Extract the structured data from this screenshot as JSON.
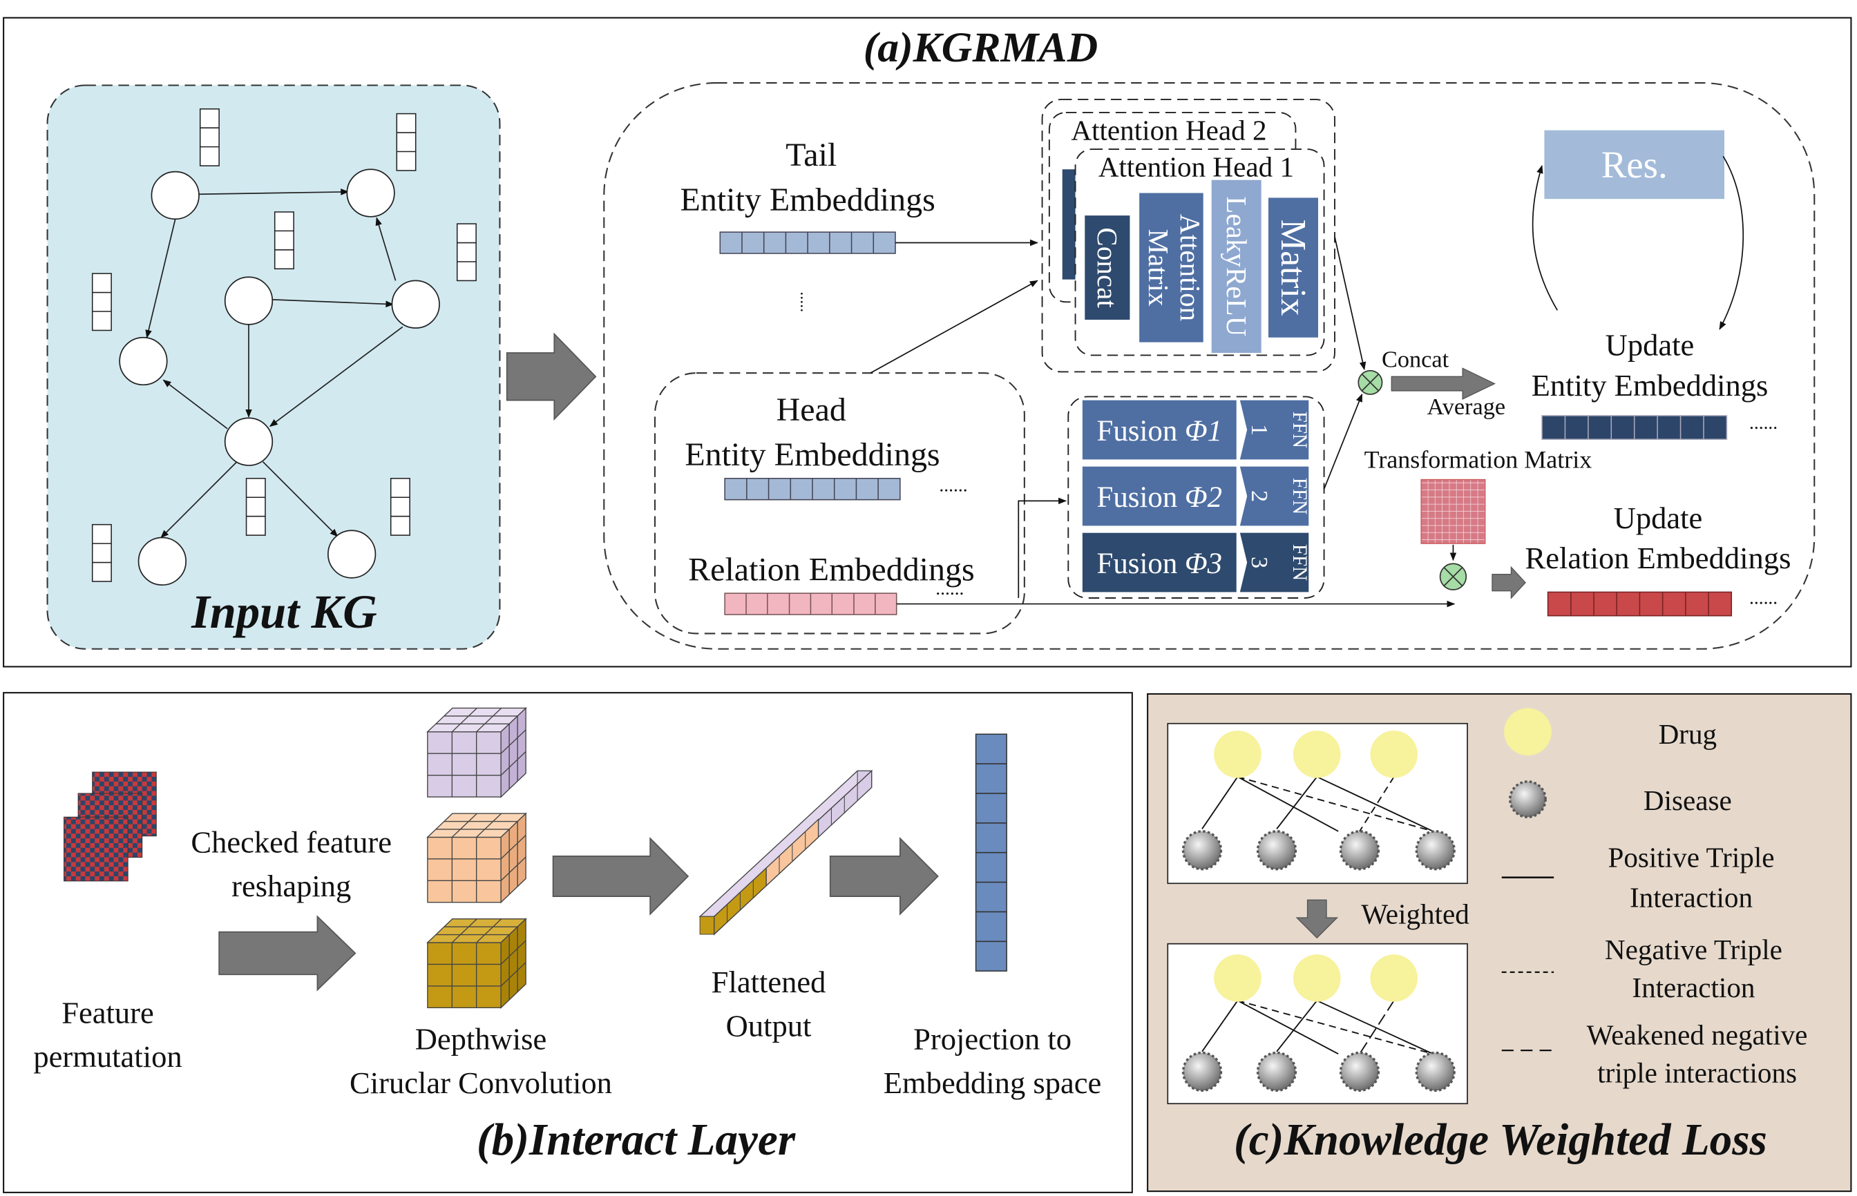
{
  "panel_a": {
    "title": "(a)KGRMAD",
    "input_kg": "Input KG",
    "tail_emb": [
      "Tail",
      "Entity Embeddings"
    ],
    "head_emb": [
      "Head",
      "Entity Embeddings"
    ],
    "relation_emb": "Relation Embeddings",
    "attention_head_2": "Attention Head 2",
    "attention_head_1": "Attention Head 1",
    "concat_block": "Concat",
    "attention_matrix": [
      "Attention",
      "Matrix"
    ],
    "leaky_relu": "LeakyReLU",
    "matrix_block": "Matrix",
    "fusion": [
      {
        "label": "Fusion ",
        "phi": "Φ1",
        "ffn": "FFN",
        "num": "1"
      },
      {
        "label": "Fusion ",
        "phi": "Φ2",
        "ffn": "FFN",
        "num": "2"
      },
      {
        "label": "Fusion ",
        "phi": "Φ3",
        "ffn": "FFN",
        "num": "3"
      }
    ],
    "concat_label": "Concat",
    "average_label": "Average",
    "res_label": "Res.",
    "update_entity": [
      "Update",
      "Entity Embeddings"
    ],
    "transformation_matrix": "Transformation Matrix",
    "update_relation": [
      "Update",
      "Relation Embeddings"
    ],
    "dots_h": "......",
    "colors": {
      "kg_bg": "#d2e9f0",
      "tail_cell": "#a4b9d6",
      "relation_cell": "#f2b6c0",
      "update_entity_cell": "#2d4569",
      "update_relation_cell": "#c9484a",
      "block_dark": "#2e4a6e",
      "block_mid": "#4f6fa3",
      "block_light": "#8ea8d0",
      "res": "#a3bbd9"
    }
  },
  "panel_b": {
    "title": "(b)Interact Layer",
    "checked_reshaping": [
      "Checked feature",
      "reshaping"
    ],
    "feature_permutation": [
      "Feature",
      "permutation"
    ],
    "depthwise": [
      "Depthwise",
      "Ciruclar Convolution"
    ],
    "flattened": [
      "Flattened",
      "Output"
    ],
    "projection": [
      "Projection to",
      "Embedding space"
    ],
    "colors": {
      "cube_purple": "#d8cce6",
      "cube_orange": "#f8c59c",
      "cube_gold": "#c49a14",
      "projection": "#6a8bbd"
    }
  },
  "panel_c": {
    "title": "(c)Knowledge Weighted Loss",
    "weighted": "Weighted",
    "legend": {
      "drug": "Drug",
      "disease": "Disease",
      "positive": [
        "Positive Triple",
        "Interaction"
      ],
      "negative": [
        "Negative Triple",
        "Interaction"
      ],
      "weakened": [
        "Weakened negative",
        "triple interactions"
      ]
    },
    "colors": {
      "bg": "#e6d9cc",
      "drug": "#f7f29c"
    }
  }
}
